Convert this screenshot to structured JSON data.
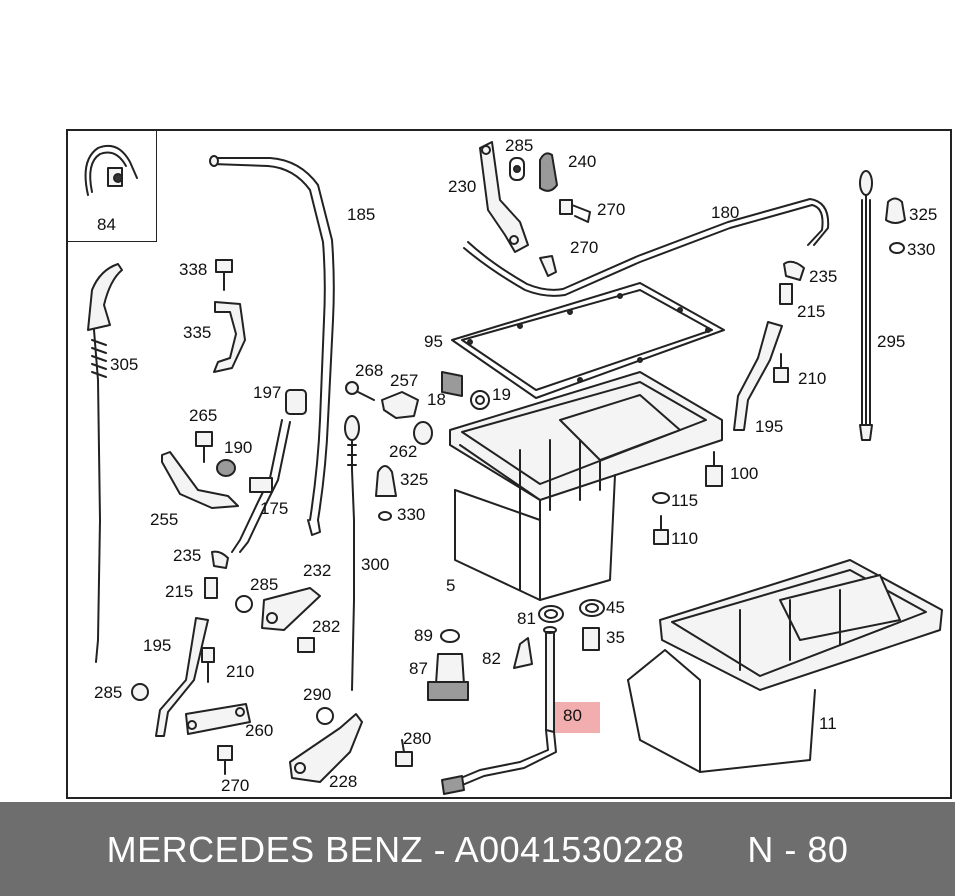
{
  "labels": [
    {
      "id": "84",
      "text": "84"
    },
    {
      "id": "285a",
      "text": "285"
    },
    {
      "id": "240",
      "text": "240"
    },
    {
      "id": "230",
      "text": "230"
    },
    {
      "id": "270a",
      "text": "270"
    },
    {
      "id": "270b",
      "text": "270"
    },
    {
      "id": "185",
      "text": "185"
    },
    {
      "id": "180",
      "text": "180"
    },
    {
      "id": "325a",
      "text": "325"
    },
    {
      "id": "330a",
      "text": "330"
    },
    {
      "id": "338",
      "text": "338"
    },
    {
      "id": "235a",
      "text": "235"
    },
    {
      "id": "215a",
      "text": "215"
    },
    {
      "id": "335",
      "text": "335"
    },
    {
      "id": "95",
      "text": "95"
    },
    {
      "id": "295",
      "text": "295"
    },
    {
      "id": "305",
      "text": "305"
    },
    {
      "id": "268",
      "text": "268"
    },
    {
      "id": "257",
      "text": "257"
    },
    {
      "id": "210a",
      "text": "210"
    },
    {
      "id": "197",
      "text": "197"
    },
    {
      "id": "18",
      "text": "18"
    },
    {
      "id": "19",
      "text": "19"
    },
    {
      "id": "265",
      "text": "265"
    },
    {
      "id": "190",
      "text": "190"
    },
    {
      "id": "262",
      "text": "262"
    },
    {
      "id": "195a",
      "text": "195"
    },
    {
      "id": "325b",
      "text": "325"
    },
    {
      "id": "100",
      "text": "100"
    },
    {
      "id": "175",
      "text": "175"
    },
    {
      "id": "330b",
      "text": "330"
    },
    {
      "id": "115",
      "text": "115"
    },
    {
      "id": "255",
      "text": "255"
    },
    {
      "id": "110",
      "text": "110"
    },
    {
      "id": "235b",
      "text": "235"
    },
    {
      "id": "300",
      "text": "300"
    },
    {
      "id": "232",
      "text": "232"
    },
    {
      "id": "5",
      "text": "5"
    },
    {
      "id": "285b",
      "text": "285"
    },
    {
      "id": "215b",
      "text": "215"
    },
    {
      "id": "81",
      "text": "81"
    },
    {
      "id": "45",
      "text": "45"
    },
    {
      "id": "282",
      "text": "282"
    },
    {
      "id": "89",
      "text": "89"
    },
    {
      "id": "35",
      "text": "35"
    },
    {
      "id": "195b",
      "text": "195"
    },
    {
      "id": "82",
      "text": "82"
    },
    {
      "id": "210b",
      "text": "210"
    },
    {
      "id": "87",
      "text": "87"
    },
    {
      "id": "285c",
      "text": "285"
    },
    {
      "id": "290",
      "text": "290"
    },
    {
      "id": "80",
      "text": "80"
    },
    {
      "id": "11",
      "text": "11"
    },
    {
      "id": "260",
      "text": "260"
    },
    {
      "id": "280",
      "text": "280"
    },
    {
      "id": "270c",
      "text": "270"
    },
    {
      "id": "228",
      "text": "228"
    }
  ],
  "highlighted_part": "80",
  "highlight_color": "#f0a0a0",
  "footer": {
    "text": "MERCEDES BENZ - A0041530228      N - 80",
    "background": "#6e6e6e",
    "color": "#ffffff"
  }
}
